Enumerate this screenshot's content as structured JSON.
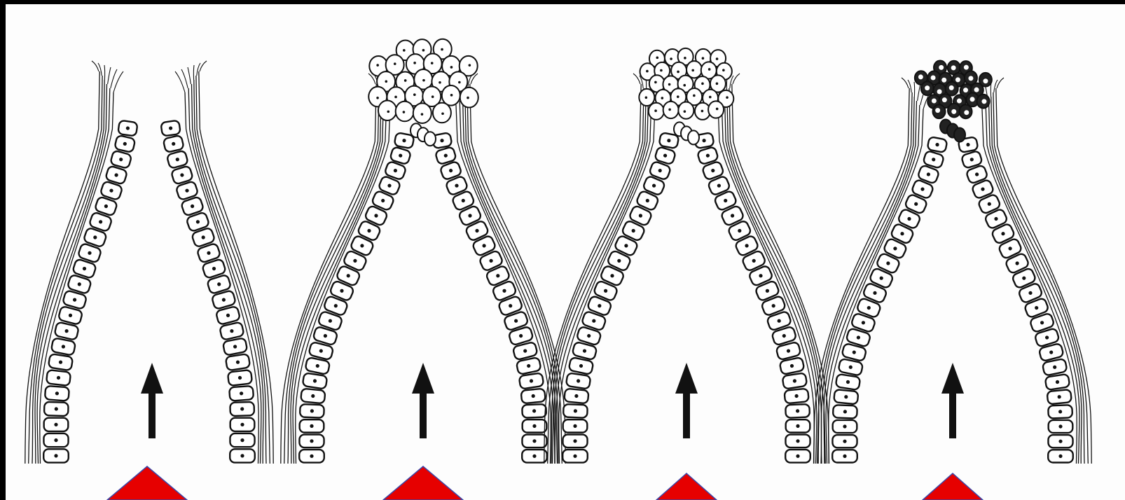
{
  "colors": {
    "frame": "#000000",
    "panel": "#fdfdfd",
    "ink": "#111111",
    "pointer": "#e60000",
    "pointer_edge": "#3a47a8"
  },
  "stages": [
    {
      "id": "stage-1",
      "plug": "none",
      "tips": "open"
    },
    {
      "id": "stage-2",
      "plug": "loose-cells",
      "tips": "closing"
    },
    {
      "id": "stage-3",
      "plug": "dense-cells",
      "tips": "closing"
    },
    {
      "id": "stage-4",
      "plug": "compact-dark-cells",
      "tips": "closed"
    }
  ],
  "arrow_icon": "up-arrow-icon",
  "pointer_icon": "red-triangle-icon"
}
